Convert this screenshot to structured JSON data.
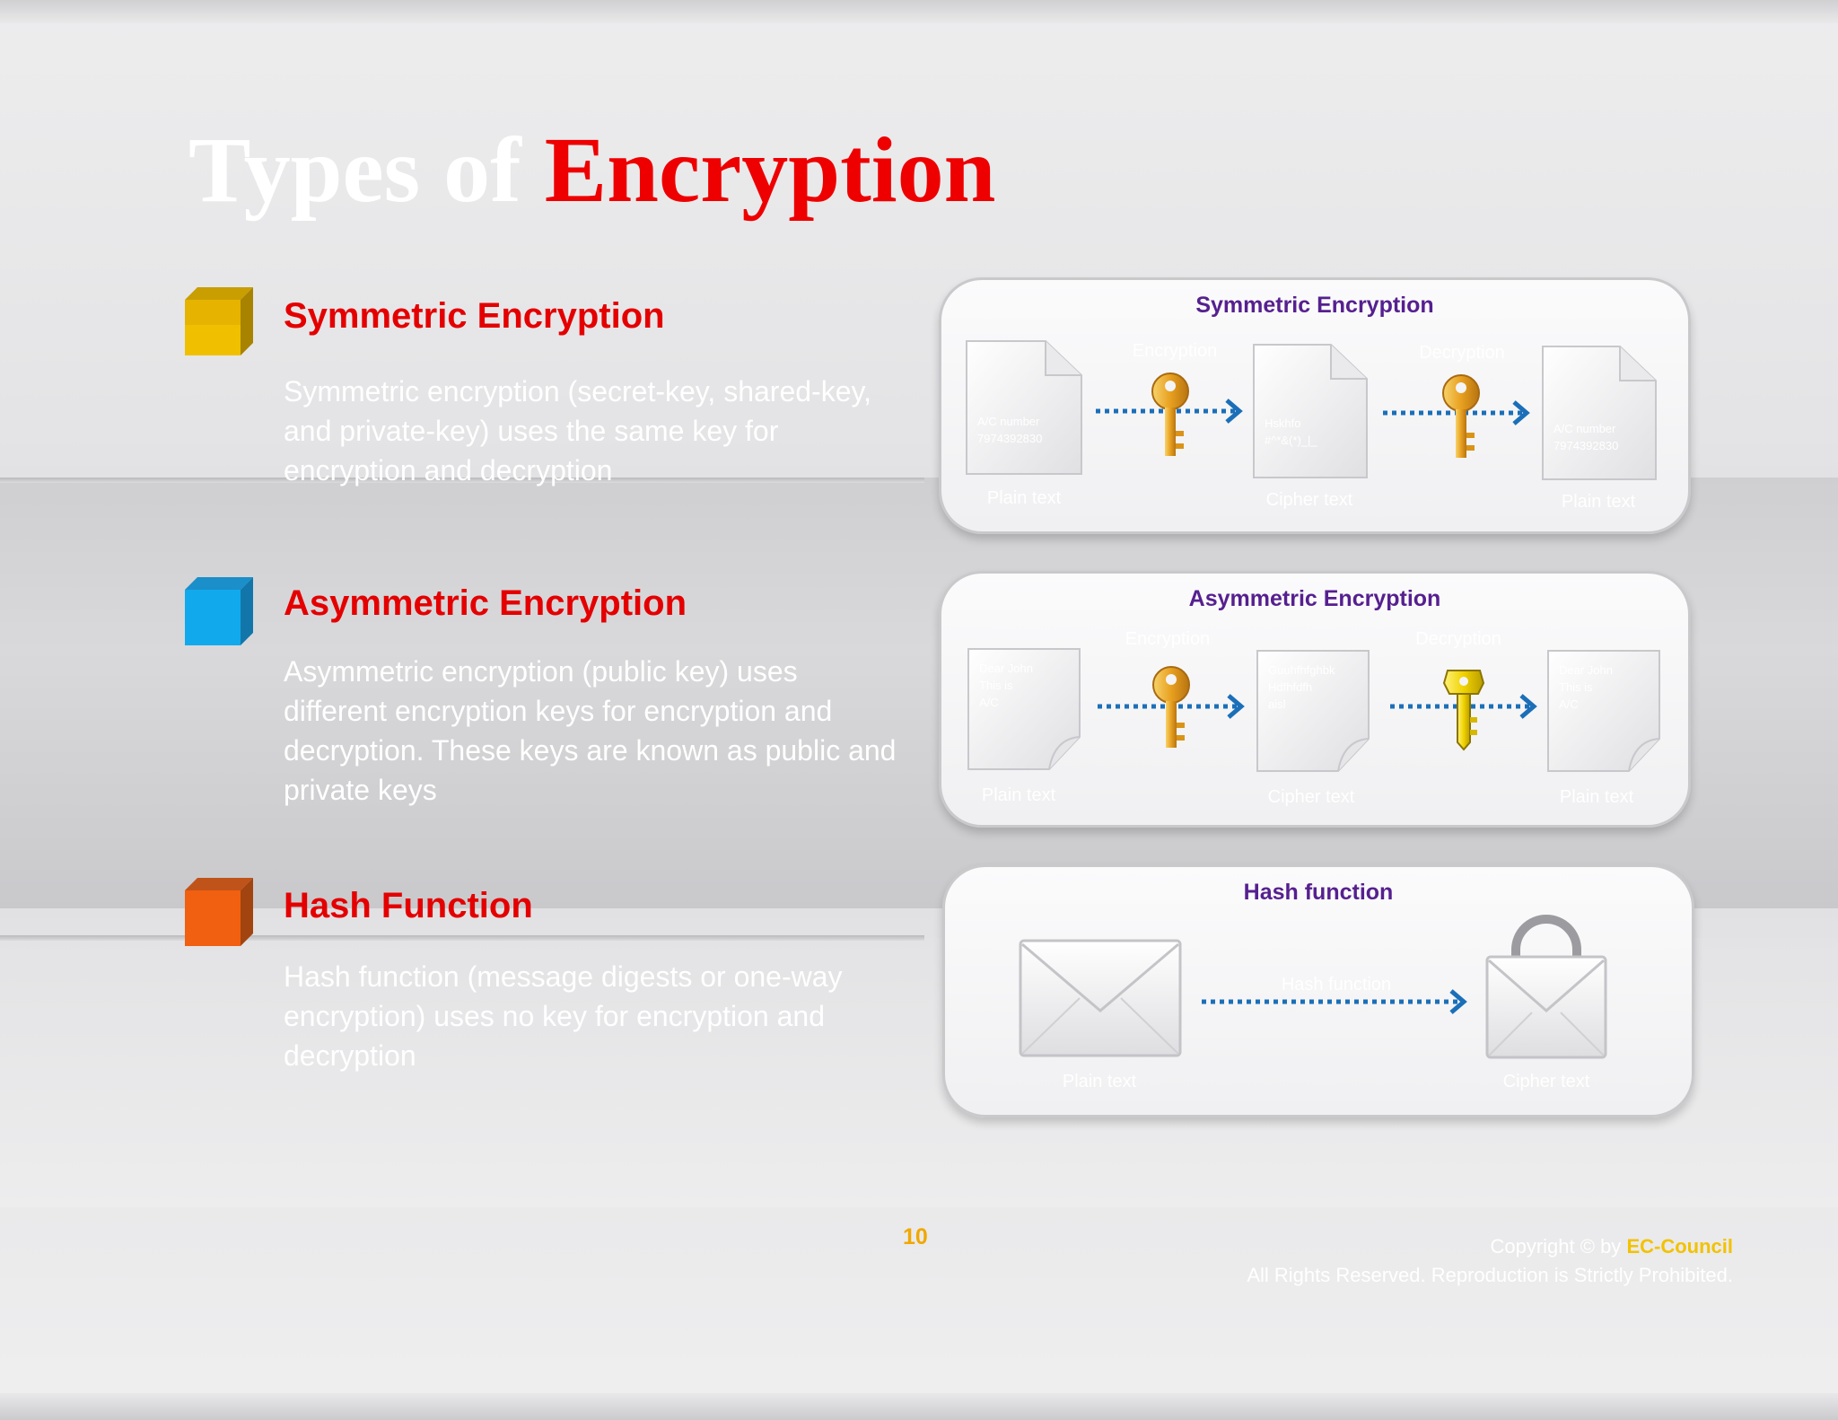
{
  "title": {
    "part1": "Types of",
    "part2": "Encryption"
  },
  "sections": [
    {
      "heading": "Symmetric Encryption",
      "text": "Symmetric encryption (secret-key, shared-key, and private-key) uses the same key for encryption and decryption",
      "cube_color": "#e8b400"
    },
    {
      "heading": "Asymmetric Encryption",
      "text": "Asymmetric encryption (public key) uses different encryption keys for encryption and decryption. These keys are known as public and private keys",
      "cube_color": "#15a8e8"
    },
    {
      "heading": "Hash Function",
      "text": "Hash function (message digests or one-way encryption) uses no key for encryption and decryption",
      "cube_color": "#f06010"
    }
  ],
  "diagrams": {
    "symmetric": {
      "title": "Symmetric Encryption",
      "step1": "Encryption",
      "step2": "Decryption",
      "doc1_label": "Plain text",
      "doc2_label": "Cipher text",
      "doc3_label": "Plain text",
      "doc1_text": "A/C number\n7974392830",
      "doc2_text": "Hskhfo\n#^*&(*)_|_",
      "doc3_text": "A/C number\n7974392830"
    },
    "asymmetric": {
      "title": "Asymmetric Encryption",
      "step1": "Encryption",
      "step2": "Decryption",
      "doc1_label": "Plain text",
      "doc2_label": "Cipher text",
      "doc3_label": "Plain text",
      "doc1_text": "Dear John\nThis is\nA/C",
      "doc2_text": "Guuhfhfghbk\nHdfhfdfh\naisl",
      "doc3_text": "Dear John\nThis is\nA/C"
    },
    "hash": {
      "title": "Hash function",
      "step": "Hash function",
      "in_label": "Plain text",
      "out_label": "Cipher text"
    }
  },
  "footer": {
    "page_number": "10",
    "copyright_prefix": "Copyright © by",
    "brand": "EC-Council",
    "rights": "All Rights Reserved. Reproduction is Strictly Prohibited."
  },
  "colors": {
    "heading_red": "#e40000",
    "panel_title_purple": "#56208f",
    "arrow_blue": "#1b6fb8",
    "page_number_orange": "#f0a800"
  }
}
